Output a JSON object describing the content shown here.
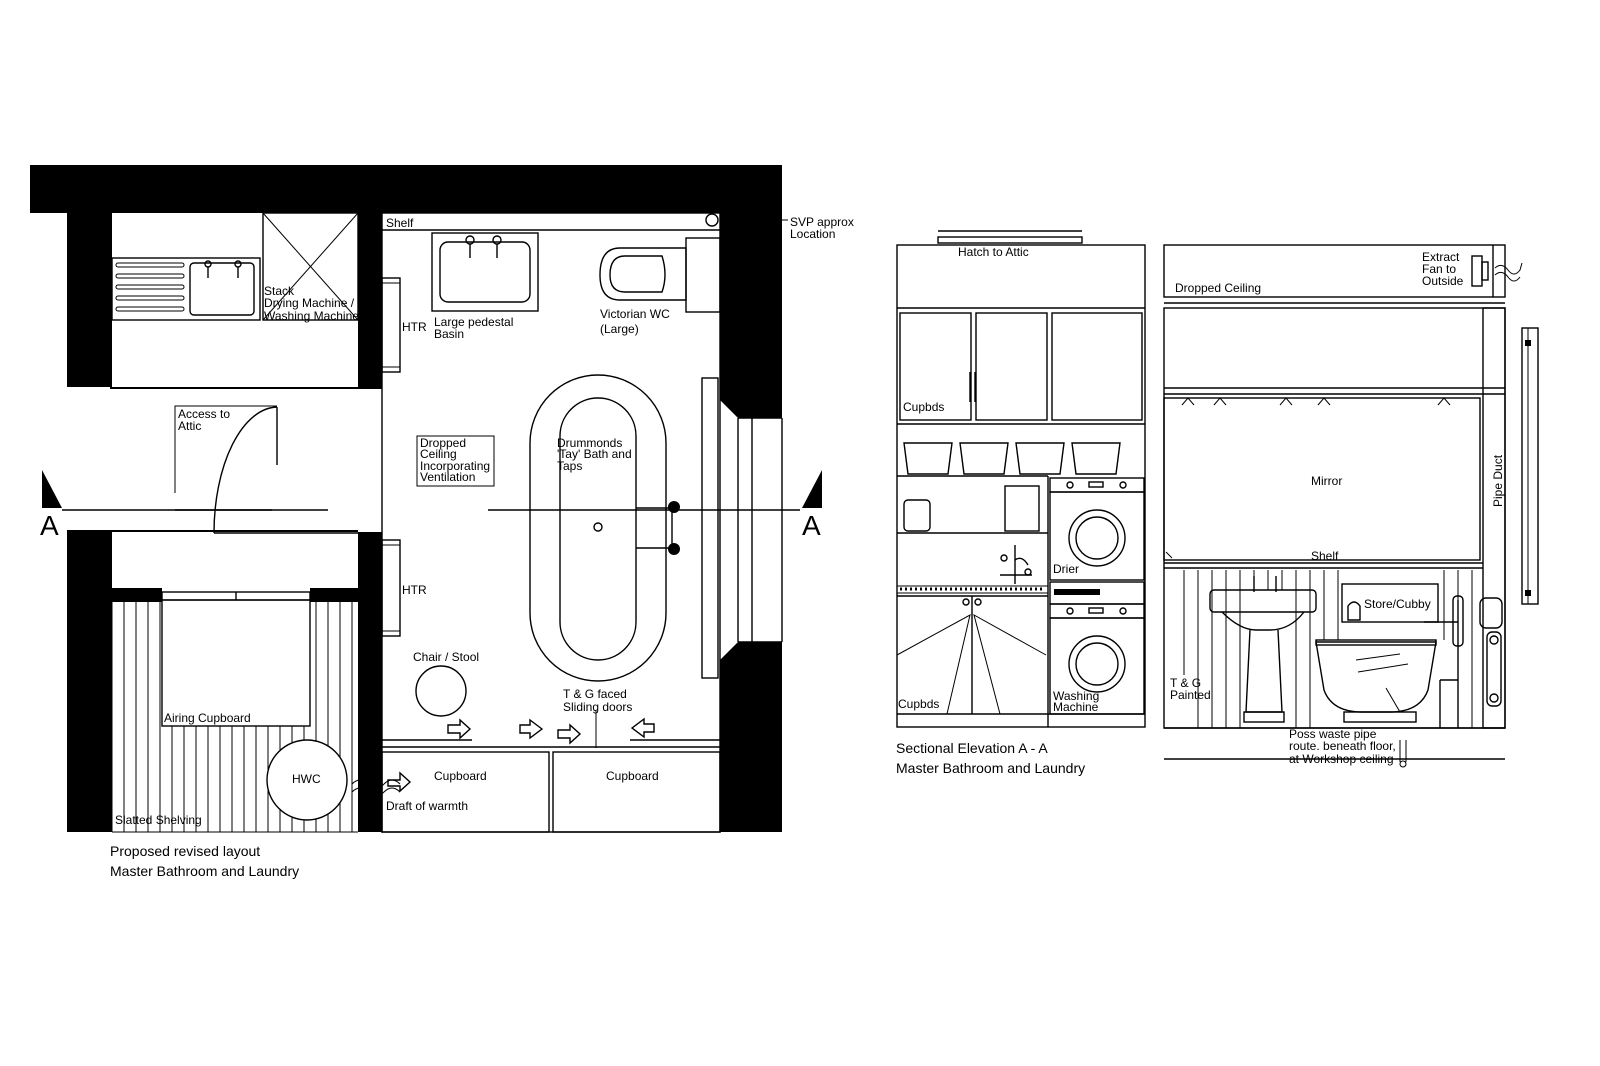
{
  "plan": {
    "labels": {
      "shelf": "Shelf",
      "svp_1": "SVP approx",
      "svp_2": "Location",
      "stack_1": "Stack",
      "stack_2": "Drying Machine /",
      "stack_3": "Washing Machine",
      "htr_top": "HTR",
      "htr_bottom": "HTR",
      "basin_1": "Large pedestal",
      "basin_2": "Basin",
      "wc_1": "Victorian WC",
      "wc_2": "(Large)",
      "attic_1": "Access to",
      "attic_2": "Attic",
      "ceil_1": "Dropped",
      "ceil_2": "Ceiling",
      "ceil_3": "Incorporating",
      "ceil_4": "Ventilation",
      "bath_1": "Drummonds",
      "bath_2": "'Tay' Bath and",
      "bath_3": "Taps",
      "section_left": "A",
      "section_right": "A",
      "chair": "Chair / Stool",
      "doors_1": "T & G faced",
      "doors_2": "Sliding doors",
      "airing": "Airing Cupboard",
      "hwc": "HWC",
      "cupboard_1": "Cupboard",
      "cupboard_2": "Cupboard",
      "draft": "Draft of warmth",
      "slatted": "Slatted Shelving"
    },
    "caption_1": "Proposed revised layout",
    "caption_2": "Master Bathroom and Laundry"
  },
  "elevation": {
    "labels": {
      "hatch": "Hatch to Attic",
      "dropped": "Dropped Ceiling",
      "fan_1": "Extract",
      "fan_2": "Fan to",
      "fan_3": "Outside",
      "cupbds_top": "Cupbds",
      "drier": "Drier",
      "mirror": "Mirror",
      "pipe_duct": "Pipe Duct",
      "shelf": "Shelf",
      "store": "Store/Cubby",
      "tg_1": "T & G",
      "tg_2": "Painted",
      "cupbds_bottom": "Cupbds",
      "washing_1": "Washing",
      "washing_2": "Machine",
      "waste_1": "Poss waste pipe",
      "waste_2": "route. beneath floor,",
      "waste_3": "at Workshop ceiling"
    },
    "caption_1": "Sectional Elevation A - A",
    "caption_2": "Master Bathroom and Laundry"
  }
}
